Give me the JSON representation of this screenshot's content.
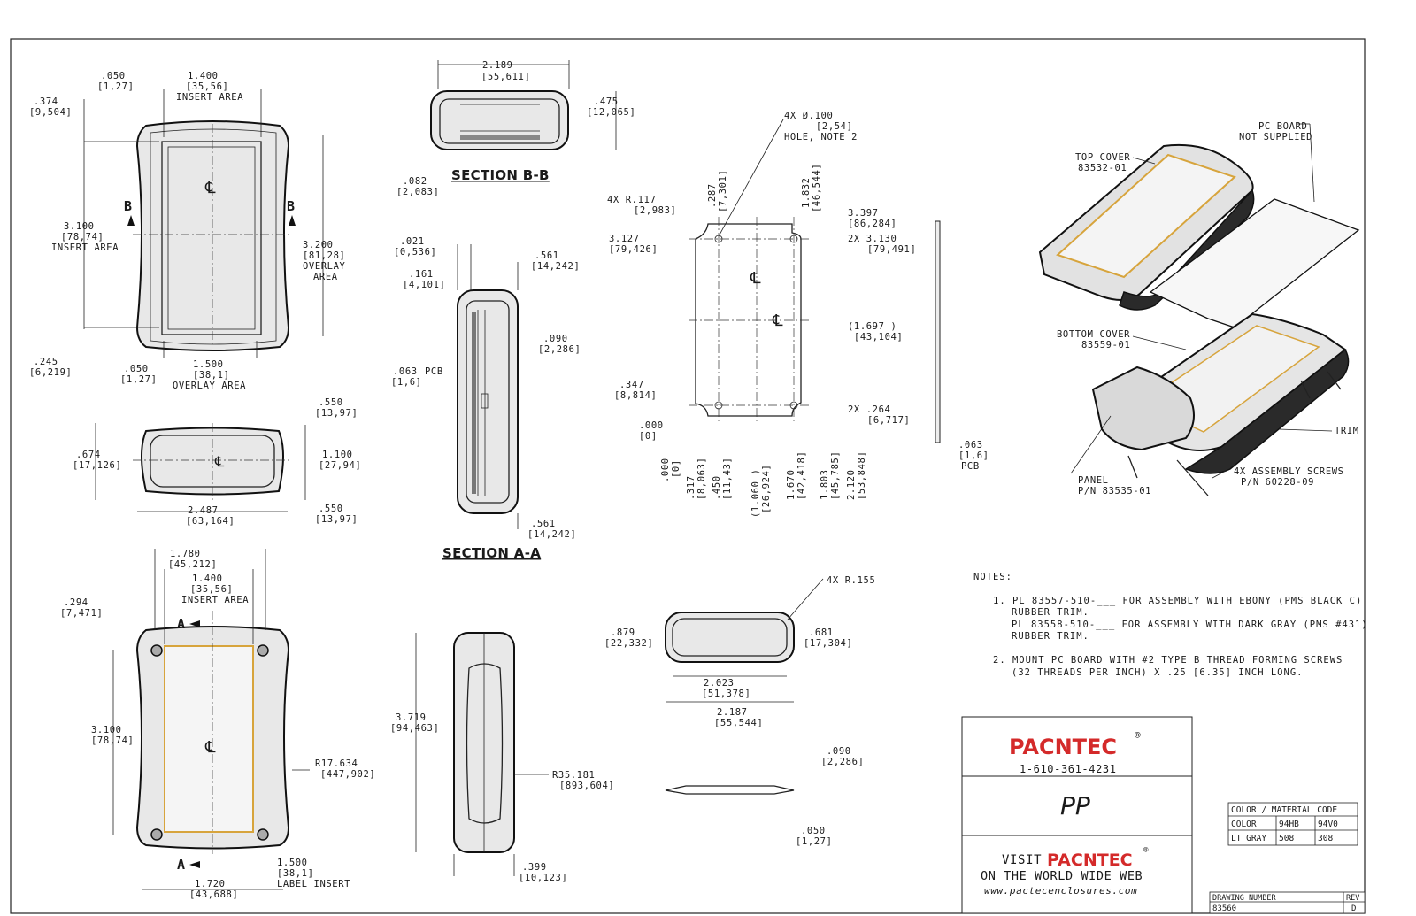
{
  "front_view": {
    "dim_050": ".050",
    "dim_050_mm": "[1,27]",
    "dim_1400": "1.400",
    "dim_1400_mm": "[35,56]",
    "insert_area": "INSERT AREA",
    "dim_374": ".374",
    "dim_374_mm": "[9,504]",
    "dim_3100": "3.100",
    "dim_3100_mm": "[78,74]",
    "insert_area_2": "INSERT AREA",
    "dim_3200": "3.200",
    "dim_3200_mm": "[81,28]",
    "overlay": "OVERLAY",
    "area": "AREA",
    "dim_245": ".245",
    "dim_245_mm": "[6,219]",
    "dim_050b": ".050",
    "dim_050b_mm": "[1,27]",
    "dim_1500": "1.500",
    "dim_1500_mm": "[38,1]",
    "overlay_area": "OVERLAY AREA",
    "label_b": "B",
    "centerline": "℄"
  },
  "end_view": {
    "dim_550": ".550",
    "dim_550_mm": "[13,97]",
    "dim_674": ".674",
    "dim_674_mm": "[17,126]",
    "dim_1100": "1.100",
    "dim_1100_mm": "[27,94]",
    "dim_2487": "2.487",
    "dim_2487_mm": "[63,164]",
    "dim_550b": ".550",
    "dim_550b_mm": "[13,97]"
  },
  "bottom_view": {
    "dim_1780": "1.780",
    "dim_1780_mm": "[45,212]",
    "dim_1400": "1.400",
    "dim_1400_mm": "[35,56]",
    "insert_area": "INSERT AREA",
    "dim_294": ".294",
    "dim_294_mm": "[7,471]",
    "dim_3100": "3.100",
    "dim_3100_mm": "[78,74]",
    "dim_r17": "R17.634",
    "dim_r17_mm": "[447,902]",
    "dim_1500": "1.500",
    "dim_1500_mm": "[38,1]",
    "label_insert": "LABEL INSERT",
    "dim_1720": "1.720",
    "dim_1720_mm": "[43,688]",
    "label_a": "A"
  },
  "section_bb": {
    "title": "SECTION  B-B",
    "dim_2189": "2.189",
    "dim_2189_mm": "[55,611]",
    "dim_475": ".475",
    "dim_475_mm": "[12,065]",
    "dim_082": ".082",
    "dim_082_mm": "[2,083]"
  },
  "section_aa": {
    "title": "SECTION  A-A",
    "dim_021": ".021",
    "dim_021_mm": "[0,536]",
    "dim_161": ".161",
    "dim_161_mm": "[4,101]",
    "dim_561": ".561",
    "dim_561_mm": "[14,242]",
    "dim_090": ".090",
    "dim_090_mm": "[2,286]",
    "dim_063": ".063",
    "dim_063_mm": "[1,6]",
    "pcb": "PCB",
    "dim_561b": ".561",
    "dim_561b_mm": "[14,242]"
  },
  "side_view": {
    "dim_3719": "3.719",
    "dim_3719_mm": "[94,463]",
    "dim_r35": "R35.181",
    "dim_r35_mm": "[893,604]",
    "dim_399": ".399",
    "dim_399_mm": "[10,123]"
  },
  "pcb_view": {
    "hole_note_1": "4X Ø.100",
    "hole_note_2": "[2,54]",
    "hole_note_3": "HOLE, NOTE 2",
    "r117": "4X R.117",
    "r117_mm": "[2,983]",
    "dim_287": ".287",
    "dim_287_mm": "[7,301]",
    "dim_1832": "1.832",
    "dim_1832_mm": "[46,544]",
    "dim_3397": "3.397",
    "dim_3397_mm": "[86,284]",
    "dim_3127": "3.127",
    "dim_3127_mm": "[79,426]",
    "dim_3130": "2X 3.130",
    "dim_3130_mm": "[79,491]",
    "dim_1697": "(1.697    )",
    "dim_1697_mm": "[43,104]",
    "dim_347": ".347",
    "dim_347_mm": "[8,814]",
    "dim_264": "2X .264",
    "dim_264_mm": "[6,717]",
    "dim_000": ".000",
    "dim_000_mm": "[0]",
    "x_000": ".000",
    "x_000_mm": "[0]",
    "x_317": ".317",
    "x_317_mm": "[8,063]",
    "x_450": ".450",
    "x_450_mm": "[11,43]",
    "x_1060": "(1.060    )",
    "x_1060_mm": "[26,924]",
    "x_1670": "1.670",
    "x_1670_mm": "[42,418]",
    "x_1803": "1.803",
    "x_1803_mm": "[45,785]",
    "x_2120": "2.120",
    "x_2120_mm": "[53,848]",
    "dim_063": ".063",
    "dim_063_mm": "[1,6]",
    "pcb": "PCB"
  },
  "panel_view": {
    "r155": "4X R.155",
    "dim_879": ".879",
    "dim_879_mm": "[22,332]",
    "dim_681": ".681",
    "dim_681_mm": "[17,304]",
    "dim_2023": "2.023",
    "dim_2023_mm": "[51,378]",
    "dim_2187": "2.187",
    "dim_2187_mm": "[55,544]",
    "dim_090": ".090",
    "dim_090_mm": "[2,286]",
    "dim_050": ".050",
    "dim_050_mm": "[1,27]"
  },
  "exploded": {
    "pc_board_1": "PC BOARD",
    "pc_board_2": "NOT SUPPLIED",
    "top_cover_1": "TOP COVER",
    "top_cover_2": "83532-01",
    "bottom_cover_1": "BOTTOM COVER",
    "bottom_cover_2": "83559-01",
    "trim": "TRIM",
    "screws_1": "4X ASSEMBLY SCREWS",
    "screws_2": "P/N 60228-09",
    "panel_1": "PANEL",
    "panel_2": "P/N 83535-01"
  },
  "notes": {
    "heading": "NOTES:",
    "n1a": "1.  PL 83557-510-___ FOR ASSEMBLY WITH EBONY (PMS BLACK C)",
    "n1b": "RUBBER TRIM.",
    "n1c": "PL 83558-510-___ FOR ASSEMBLY WITH DARK GRAY (PMS #431)",
    "n1d": "RUBBER TRIM.",
    "n2a": "2.  MOUNT PC BOARD WITH #2 TYPE B THREAD FORMING SCREWS",
    "n2b": "(32 THREADS PER INCH) X .25 [6.35] INCH LONG."
  },
  "title_block": {
    "brand": "PACNTEC",
    "registered": "®",
    "phone": "1-610-361-4231",
    "model": "PP",
    "visit": "VISIT",
    "www_line": "ON THE WORLD WIDE WEB",
    "url": "www.pactecenclosures.com",
    "drawing_number_label": "DRAWING NUMBER",
    "rev_label": "REV",
    "drawing_number": "83560",
    "rev": "D"
  },
  "material_table": {
    "title": "COLOR / MATERIAL CODE",
    "headers": [
      "COLOR",
      "94HB",
      "94V0"
    ],
    "rows": [
      [
        "LT GRAY",
        "508",
        "308"
      ]
    ]
  }
}
